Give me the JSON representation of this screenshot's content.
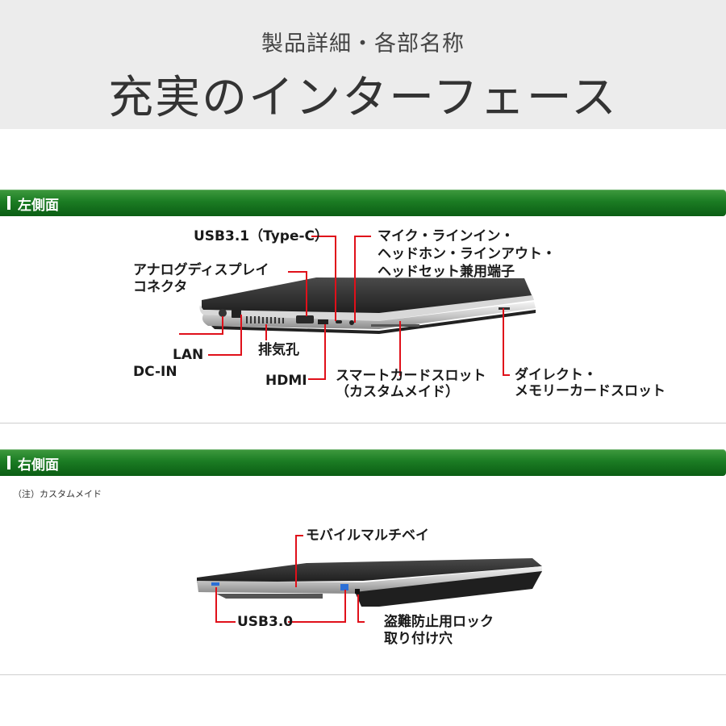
{
  "header": {
    "subtitle": "製品詳細・各部名称",
    "title": "充実のインターフェース"
  },
  "left_side": {
    "heading": "左側面",
    "labels": {
      "usb31": "USB3.1（Type-C）",
      "audio_line1": "マイク・ラインイン・",
      "audio_line2": "ヘッドホン・ラインアウト・",
      "audio_line3": "ヘッドセット兼用端子",
      "analog_line1": "アナログディスプレイ",
      "analog_line2": "コネクタ",
      "lan": "LAN",
      "dcin": "DC-IN",
      "vent": "排気孔",
      "hdmi": "HDMI",
      "smartcard_line1": "スマートカードスロット",
      "smartcard_line2": "（カスタムメイド）",
      "memcard_line1": "ダイレクト・",
      "memcard_line2": "メモリーカードスロット"
    }
  },
  "right_side": {
    "heading": "右側面",
    "note": "（注）カスタムメイド",
    "labels": {
      "mobile_bay": "モバイルマルチベイ",
      "usb30": "USB3.0",
      "lock_line1": "盗難防止用ロック",
      "lock_line2": "取り付け穴"
    }
  },
  "colors": {
    "header_bg": "#ececec",
    "bar_green": "#1b7c23",
    "callout_red": "#e0101a"
  }
}
